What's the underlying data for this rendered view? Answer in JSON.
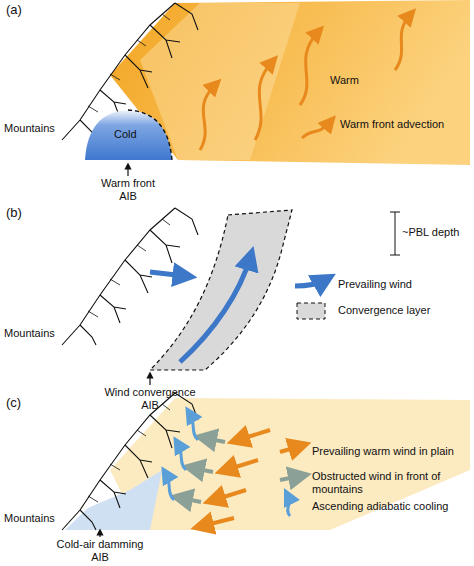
{
  "diagram": {
    "labels": [
      "(a)",
      "Warm",
      "Cold",
      "Mountains",
      "Warm front AIB",
      "(b)",
      "~PBL depth",
      "Mountains",
      "Wind convergence AIB",
      "(c)",
      "Mountains",
      "Cold-air damming AIB"
    ],
    "legend": [
      {
        "text": "Warm front advection"
      },
      {
        "text": "Prevailing wind"
      },
      {
        "text": "Convergence layer"
      },
      {
        "text": "Prevailing warm wind in plain"
      },
      {
        "text": "Obstructed wind in front of mountains"
      },
      {
        "text": "Ascending adiabatic cooling"
      }
    ]
  }
}
